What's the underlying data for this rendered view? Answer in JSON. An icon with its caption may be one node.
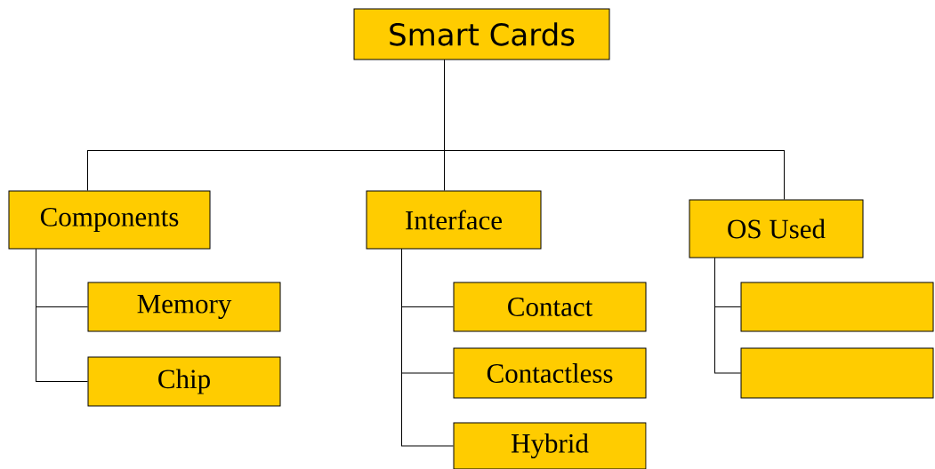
{
  "diagram": {
    "nodes": [
      {
        "text": [
          "Smart Cards"
        ]
      },
      {
        "text": [
          "Components"
        ]
      },
      {
        "text": [
          "Memory"
        ]
      },
      {
        "text": [
          "Chip"
        ]
      },
      {
        "text": [
          "Interface"
        ]
      },
      {
        "text": [
          "Contact"
        ]
      },
      {
        "text": [
          "Contactless"
        ]
      },
      {
        "text": [
          "Hybrid"
        ]
      },
      {
        "text": [
          "OS Used"
        ]
      },
      {
        "text": [],
        "shape": "box"
      },
      {
        "text": [],
        "shape": "box"
      }
    ],
    "edges": [
      {
        "from": 0,
        "to": 1,
        "arrow": "none"
      },
      {
        "from": 0,
        "to": 4,
        "arrow": "none"
      },
      {
        "from": 0,
        "to": 8,
        "arrow": "none"
      },
      {
        "from": 1,
        "to": 2,
        "arrow": "none"
      },
      {
        "from": 1,
        "to": 3,
        "arrow": "none"
      },
      {
        "from": 4,
        "to": 5,
        "arrow": "none"
      },
      {
        "from": 4,
        "to": 6,
        "arrow": "none"
      },
      {
        "from": 4,
        "to": 7,
        "arrow": "none"
      },
      {
        "from": 8,
        "to": 9,
        "arrow": "none"
      },
      {
        "from": 8,
        "to": 10,
        "arrow": "none"
      }
    ]
  }
}
